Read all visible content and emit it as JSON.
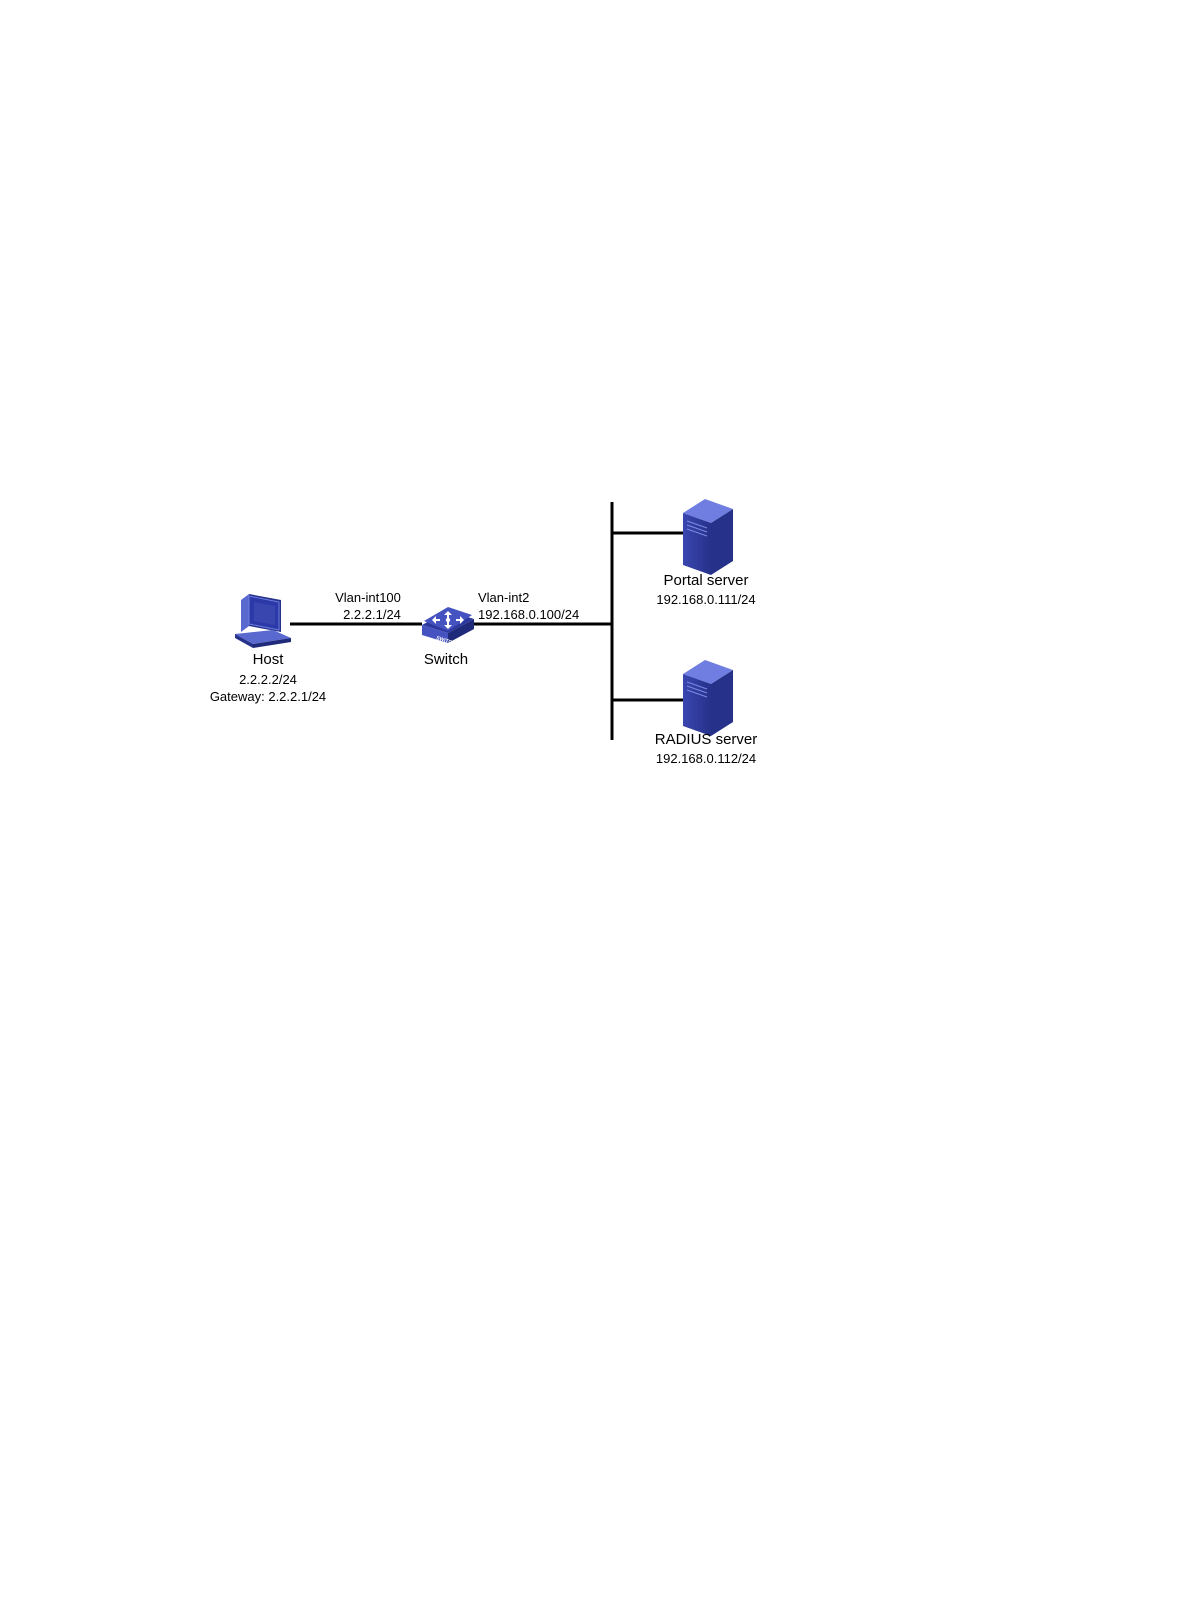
{
  "colors": {
    "link": "#000000",
    "device_dark": "#1f2a7a",
    "device_mid": "#3a46b0",
    "device_light": "#6f7ee0",
    "screen": "#2b3aa8"
  },
  "nodes": {
    "host": {
      "icon": "computer-icon",
      "name": "Host",
      "ip": "2.2.2.2/24",
      "gateway": "Gateway: 2.2.2.1/24"
    },
    "switch": {
      "icon": "switch-icon",
      "name": "Switch",
      "face_text": "SWITCH",
      "left_if_name": "Vlan-int100",
      "left_if_ip": "2.2.2.1/24",
      "right_if_name": "Vlan-int2",
      "right_if_ip": "192.168.0.100/24"
    },
    "portal_server": {
      "icon": "server-icon",
      "name": "Portal server",
      "ip": "192.168.0.111/24"
    },
    "radius_server": {
      "icon": "server-icon",
      "name": "RADIUS server",
      "ip": "192.168.0.112/24"
    }
  }
}
